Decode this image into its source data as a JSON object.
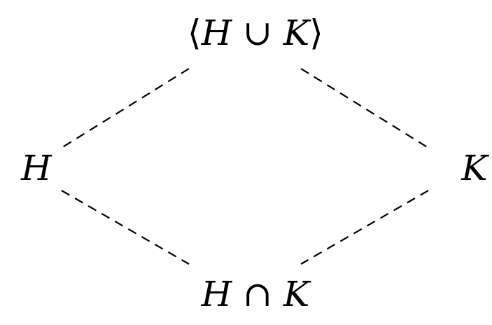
{
  "diagram": {
    "nodes": {
      "top": {
        "parts": [
          "⟨",
          "H",
          " ∪ ",
          "K",
          "⟩"
        ]
      },
      "left": {
        "parts": [
          "H"
        ]
      },
      "right": {
        "parts": [
          "K"
        ]
      },
      "bottom": {
        "parts": [
          "H",
          " ∩ ",
          "K"
        ]
      }
    },
    "edges": [
      {
        "from": "top",
        "to": "left",
        "style": "dashed"
      },
      {
        "from": "top",
        "to": "right",
        "style": "dashed"
      },
      {
        "from": "left",
        "to": "bottom",
        "style": "dashed"
      },
      {
        "from": "right",
        "to": "bottom",
        "style": "dashed"
      }
    ],
    "colors": {
      "line": "#000000",
      "text": "#000000",
      "background": "#ffffff"
    }
  }
}
